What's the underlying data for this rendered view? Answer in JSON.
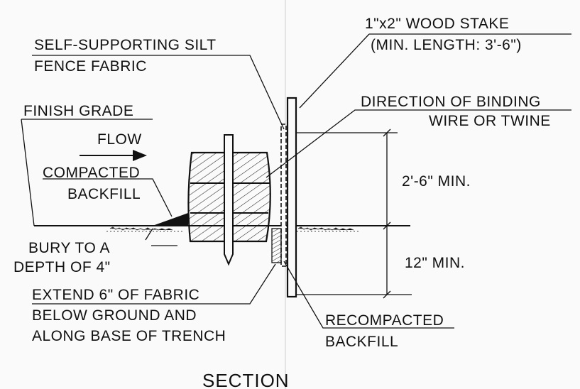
{
  "labels": {
    "stake_line1": "1\"x2\" WOOD STAKE",
    "stake_line2": "(MIN. LENGTH: 3'-6\")",
    "fabric_line1": "SELF-SUPPORTING SILT",
    "fabric_line2": "FENCE FABRIC",
    "finish_grade": "FINISH GRADE",
    "flow": "FLOW",
    "binding_line1": "DIRECTION OF BINDING",
    "binding_line2": "WIRE OR TWINE",
    "compacted_line1": "COMPACTED",
    "compacted_line2": "BACKFILL",
    "dim_above": "2'-6\" MIN.",
    "dim_below": "12\" MIN.",
    "bury_line1": "BURY TO A",
    "bury_line2": "DEPTH OF 4\"",
    "extend_line1": "EXTEND 6\" OF FABRIC",
    "extend_line2": "BELOW GROUND AND",
    "extend_line3": "ALONG BASE OF TRENCH",
    "recompacted_line1": "RECOMPACTED",
    "recompacted_line2": "BACKFILL",
    "section_title": "SECTION"
  },
  "colors": {
    "ink": "#111111",
    "paper": "#fafafa"
  }
}
